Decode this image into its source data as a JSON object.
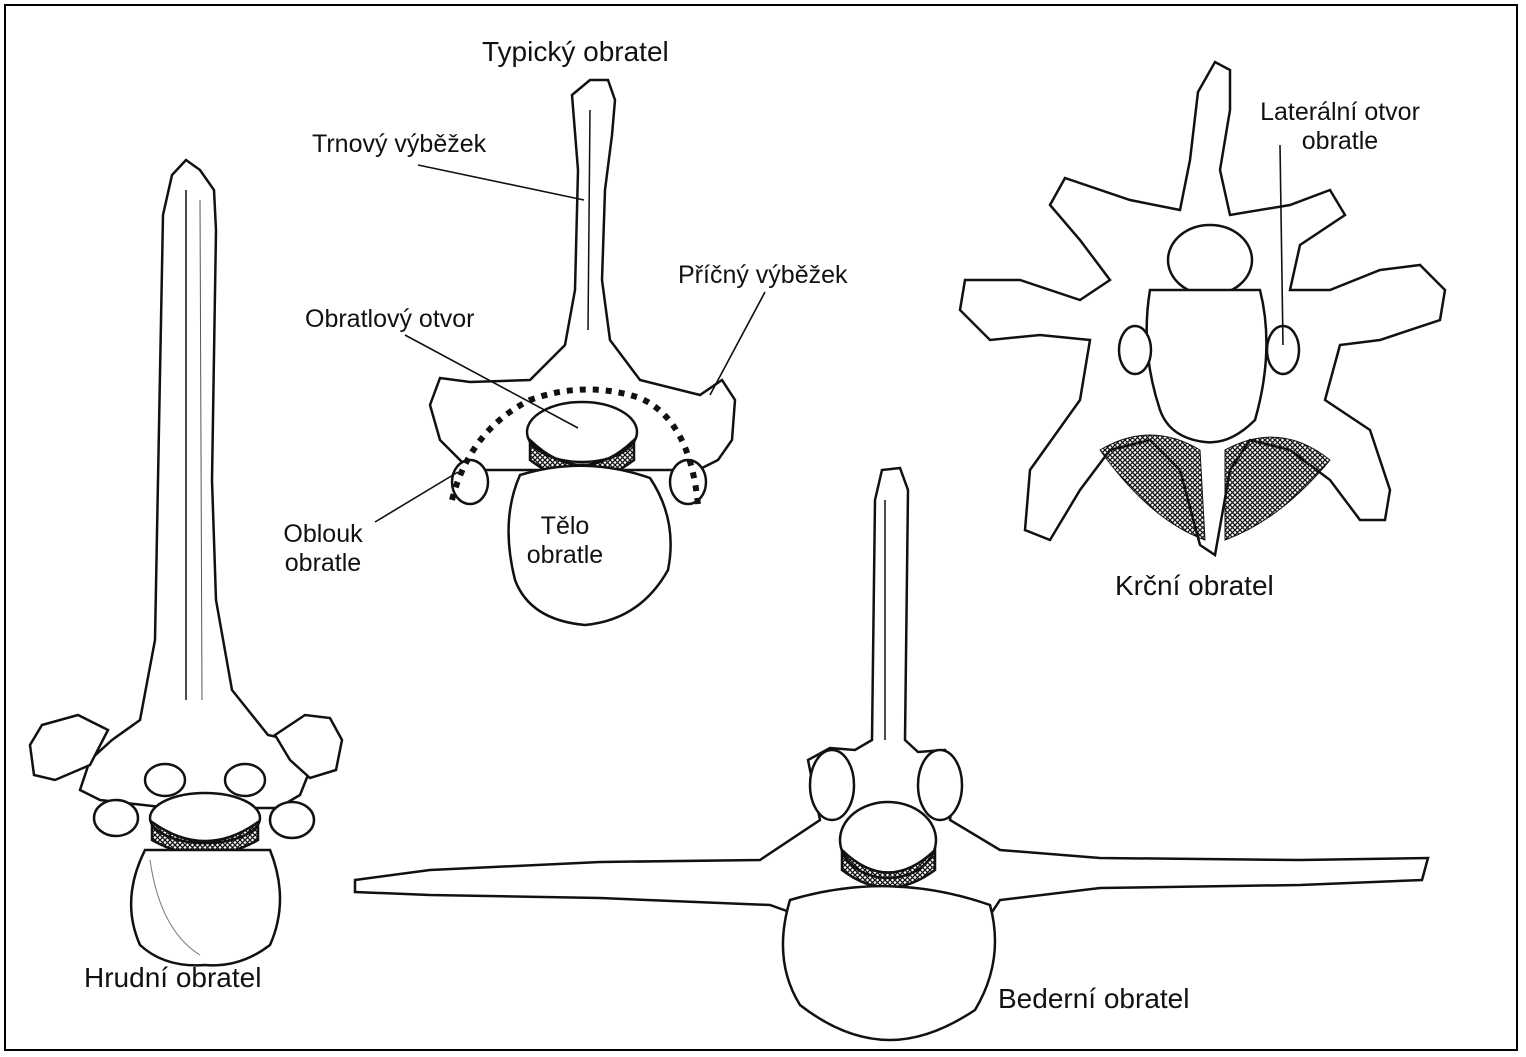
{
  "titles": {
    "typical": "Typický obratel",
    "thoracic": "Hrudní obratel",
    "lumbar": "Bederní obratel",
    "cervical": "Krční obratel"
  },
  "parts": {
    "spinous_process": "Trnový výběžek",
    "transverse_process": "Příčný výběžek",
    "vertebral_foramen": "Obratlový otvor",
    "arch_line1": "Oblouk",
    "arch_line2": "obratle",
    "body_line1": "Tělo",
    "body_line2": "obratle",
    "lateral_line1": "Laterální otvor",
    "lateral_line2": "obratle"
  }
}
